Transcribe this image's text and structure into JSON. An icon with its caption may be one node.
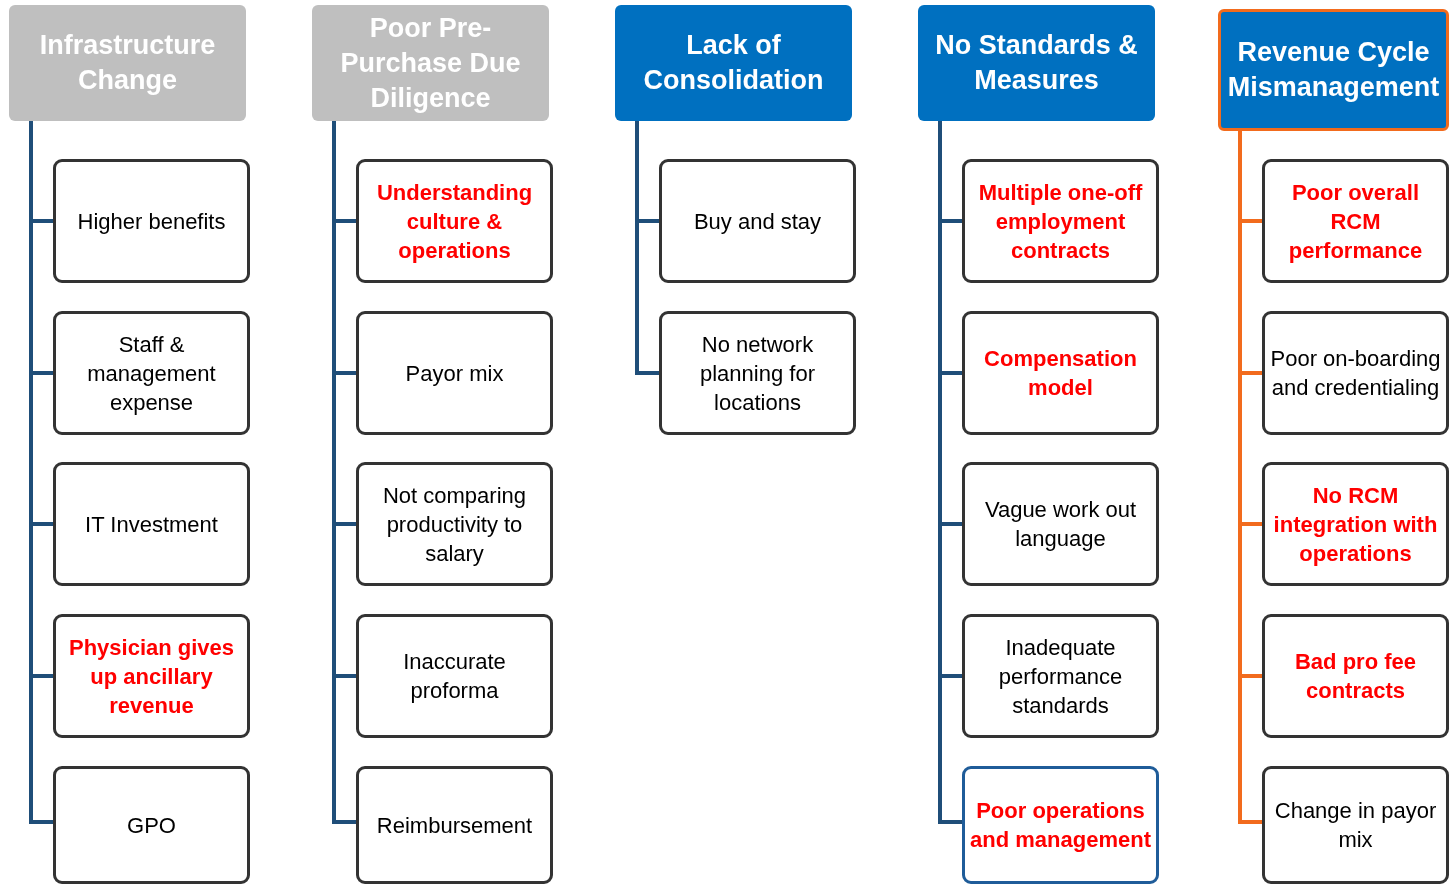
{
  "diagram": {
    "nodes": [
      {
        "text": [
          "Infrastructure Change"
        ]
      },
      {
        "text": [
          "Higher benefits"
        ]
      },
      {
        "text": [
          "Staff & management expense"
        ]
      },
      {
        "text": [
          "IT Investment"
        ]
      },
      {
        "text": [
          "Physician gives up ancillary revenue"
        ]
      },
      {
        "text": [
          "GPO"
        ]
      },
      {
        "text": [
          "Poor Pre-Purchase Due Diligence"
        ]
      },
      {
        "text": [
          "Understanding culture & operations"
        ]
      },
      {
        "text": [
          "Payor mix"
        ]
      },
      {
        "text": [
          "Not comparing productivity to salary"
        ]
      },
      {
        "text": [
          "Inaccurate proforma"
        ]
      },
      {
        "text": [
          "Reimbursement"
        ]
      },
      {
        "text": [
          "Lack of Consolidation"
        ]
      },
      {
        "text": [
          "Buy and stay"
        ]
      },
      {
        "text": [
          "No network planning for locations"
        ]
      },
      {
        "text": [
          "No Standards & Measures"
        ]
      },
      {
        "text": [
          "Multiple one-off employment contracts"
        ]
      },
      {
        "text": [
          "Compensation model"
        ]
      },
      {
        "text": [
          "Vague work out language"
        ]
      },
      {
        "text": [
          "Inadequate performance standards"
        ]
      },
      {
        "text": [
          "Poor operations and management"
        ]
      },
      {
        "text": [
          "Revenue Cycle Mismanagement"
        ]
      },
      {
        "text": [
          "Poor overall RCM performance"
        ]
      },
      {
        "text": [
          "Poor on-boarding and credentialing"
        ]
      },
      {
        "text": [
          "No RCM integration with operations"
        ]
      },
      {
        "text": [
          "Bad pro fee contracts"
        ]
      },
      {
        "text": [
          "Change in payor mix"
        ]
      }
    ],
    "edges": [
      {
        "from": 0,
        "to": 1,
        "arrow": "none"
      },
      {
        "from": 0,
        "to": 2,
        "arrow": "none"
      },
      {
        "from": 0,
        "to": 3,
        "arrow": "none"
      },
      {
        "from": 0,
        "to": 4,
        "arrow": "none"
      },
      {
        "from": 0,
        "to": 5,
        "arrow": "none"
      },
      {
        "from": 6,
        "to": 7,
        "arrow": "none"
      },
      {
        "from": 6,
        "to": 8,
        "arrow": "none"
      },
      {
        "from": 6,
        "to": 9,
        "arrow": "none"
      },
      {
        "from": 6,
        "to": 10,
        "arrow": "none"
      },
      {
        "from": 6,
        "to": 11,
        "arrow": "none"
      },
      {
        "from": 12,
        "to": 13,
        "arrow": "none"
      },
      {
        "from": 12,
        "to": 14,
        "arrow": "none"
      },
      {
        "from": 15,
        "to": 16,
        "arrow": "none"
      },
      {
        "from": 15,
        "to": 17,
        "arrow": "none"
      },
      {
        "from": 15,
        "to": 18,
        "arrow": "none"
      },
      {
        "from": 15,
        "to": 19,
        "arrow": "none"
      },
      {
        "from": 15,
        "to": 20,
        "arrow": "none"
      },
      {
        "from": 21,
        "to": 22,
        "arrow": "none",
        "color": "#f26b1d"
      },
      {
        "from": 21,
        "to": 23,
        "arrow": "none",
        "color": "#f26b1d"
      },
      {
        "from": 21,
        "to": 24,
        "arrow": "none",
        "color": "#f26b1d"
      },
      {
        "from": 21,
        "to": 25,
        "arrow": "none",
        "color": "#f26b1d"
      },
      {
        "from": 21,
        "to": 26,
        "arrow": "none",
        "color": "#f26b1d"
      }
    ]
  }
}
